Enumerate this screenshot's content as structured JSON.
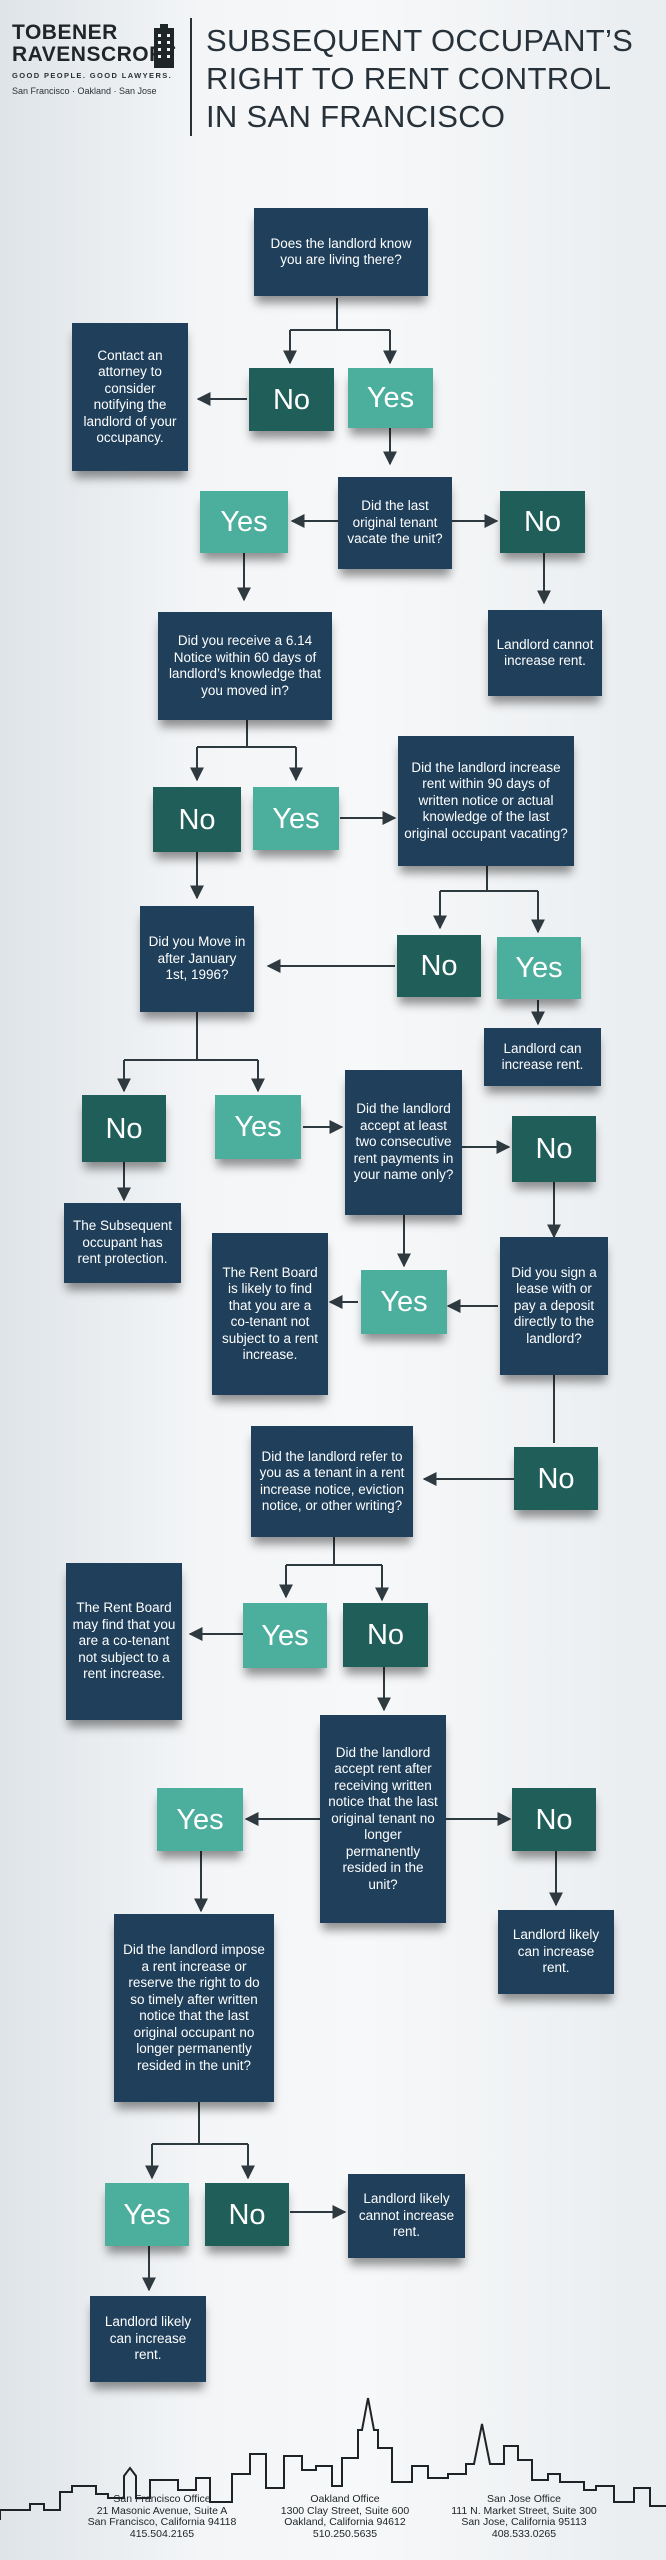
{
  "header": {
    "brand_line1": "TOBENER",
    "brand_line2": "RAVENSCROFT",
    "tagline": "GOOD PEOPLE. GOOD LAWYERS.",
    "cities": "San Francisco · Oakland · San Jose",
    "title_line1": "SUBSEQUENT OCCUPANT’S",
    "title_line2": "RIGHT TO RENT CONTROL",
    "title_line3": "IN SAN FRANCISCO"
  },
  "nodes": {
    "q_know": "Does the landlord know you are living there?",
    "contact_attorney": "Contact an attorney to consider notifying the landlord of your occupancy.",
    "no_1": "No",
    "yes_1": "Yes",
    "q_vacate": "Did the last original tenant vacate the unit?",
    "yes_2": "Yes",
    "no_2": "No",
    "r_cannot_increase": "Landlord cannot increase rent.",
    "q_614": "Did you receive a 6.14 Notice within 60 days of landlord’s knowledge that you moved in?",
    "no_3": "No",
    "yes_3": "Yes",
    "q_90days": "Did the landlord increase rent within 90 days of written notice or actual knowledge of the last original occupant vacating?",
    "q_1996": "Did you Move in after January 1st, 1996?",
    "no_4": "No",
    "yes_4": "Yes",
    "r_can_increase": "Landlord can increase rent.",
    "no_5": "No",
    "yes_5": "Yes",
    "q_two_payments": "Did the landlord accept at least two consecutive rent payments in your name only?",
    "no_6": "No",
    "r_protection": "The Subsequent occupant has rent protection.",
    "r_rent_board_1": "The Rent Board is likely to find that you are a co-tenant not subject to a rent increase.",
    "yes_6": "Yes",
    "q_lease": "Did you sign a lease with or pay a deposit directly to the landlord?",
    "q_refer": "Did the landlord refer to you as a tenant in a rent increase notice, eviction notice, or other writing?",
    "no_7": "No",
    "r_rent_board_2": "The Rent Board may find that you are a co-tenant not subject to a rent increase.",
    "yes_7": "Yes",
    "no_8": "No",
    "q_accept_after": "Did the landlord accept rent after receiving written notice that the last original tenant no longer permanently resided in the unit?",
    "yes_8": "Yes",
    "no_9": "No",
    "r_likely_can_1": "Landlord likely can increase rent.",
    "q_impose": "Did the landlord impose a rent increase or reserve the right to do so timely after written notice that the last original occupant no longer permanently resided in the unit?",
    "yes_9": "Yes",
    "no_10": "No",
    "r_likely_cannot": "Landlord likely cannot increase rent.",
    "r_likely_can_2": "Landlord likely can increase rent."
  },
  "footer": {
    "offices": [
      {
        "name": "San Francisco Office",
        "street": "21 Masonic Avenue, Suite A",
        "city": "San Francisco, California 94118",
        "phone": "415.504.2165"
      },
      {
        "name": "Oakland Office",
        "street": "1300 Clay Street, Suite 600",
        "city": "Oakland, California 94612",
        "phone": "510.250.5635"
      },
      {
        "name": "San Jose Office",
        "street": "111 N. Market Street, Suite 300",
        "city": "San Jose, California 95113",
        "phone": "408.533.0265"
      }
    ]
  }
}
